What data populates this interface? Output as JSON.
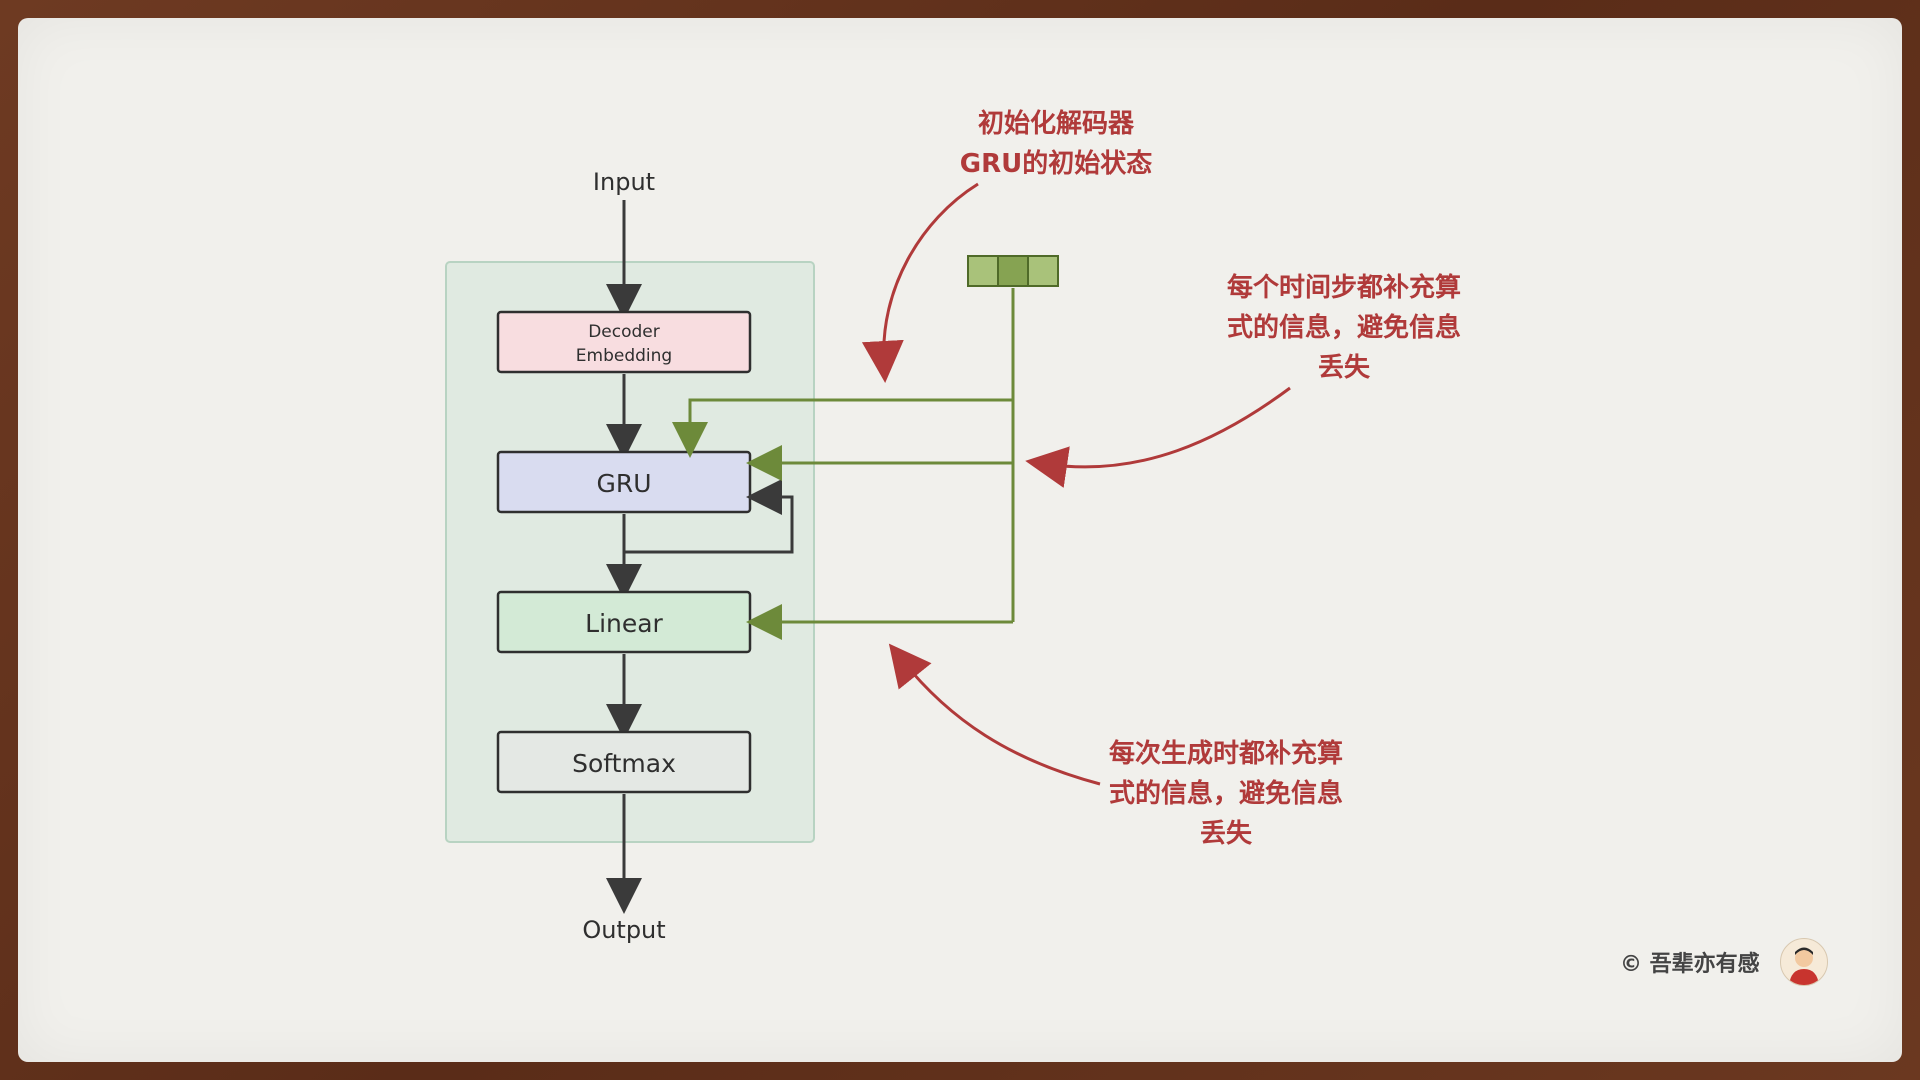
{
  "diagram": {
    "input_label": "Input",
    "output_label": "Output",
    "blocks": {
      "embedding_line1": "Decoder",
      "embedding_line2": "Embedding",
      "gru": "GRU",
      "linear": "Linear",
      "softmax": "Softmax"
    },
    "colors": {
      "container": "#d9e8de",
      "embedding": "#f8dde0",
      "gru": "#d9dcf0",
      "linear": "#d3ead6",
      "softmax": "#e4e8e4",
      "context_vector": "#9ab46a",
      "context_line": "#6d8a3a",
      "annotation": "#b03a3a"
    }
  },
  "annotations": {
    "top": {
      "line1": "初始化解码器",
      "line2": "GRU的初始状态"
    },
    "right": {
      "line1": "每个时间步都补充算",
      "line2": "式的信息，避免信息",
      "line3": "丢失"
    },
    "bottom": {
      "line1": "每次生成时都补充算",
      "line2": "式的信息，避免信息",
      "line3": "丢失"
    }
  },
  "footer": {
    "copyright": "© 吾辈亦有感"
  }
}
